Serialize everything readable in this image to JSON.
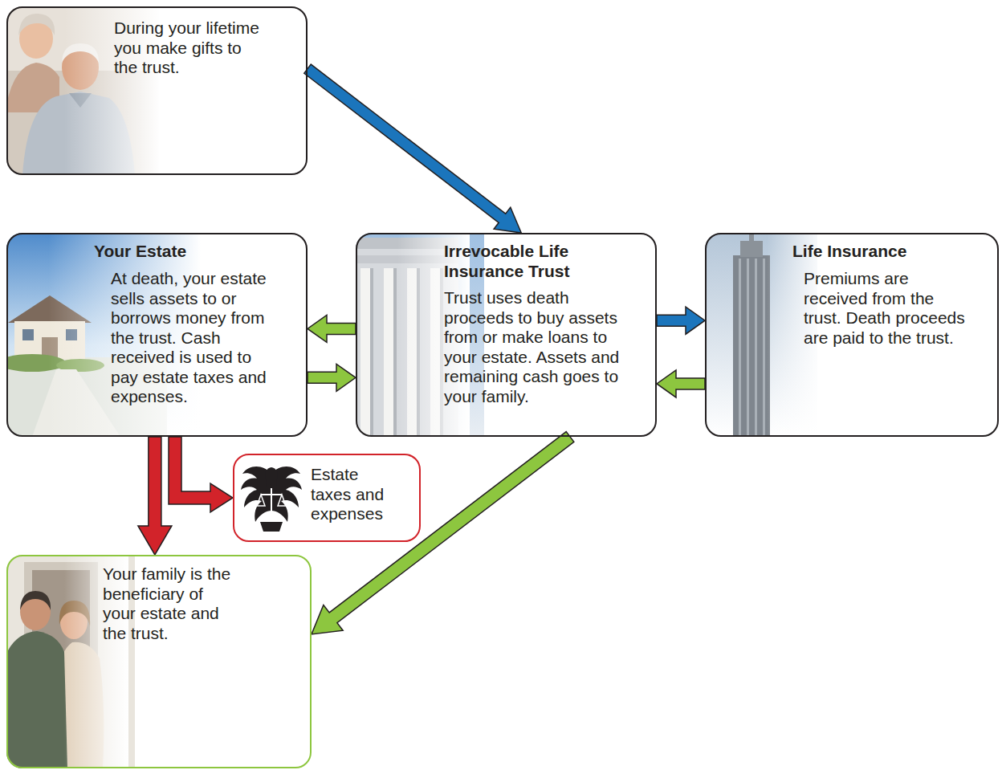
{
  "diagram": {
    "nodes": [
      {
        "text": [
          "During your lifetime you make gifts to the trust."
        ]
      },
      {
        "text": [
          "Your Estate",
          "At death, your estate sells assets to or borrows money from the trust. Cash received is used to pay estate taxes and expenses."
        ]
      },
      {
        "text": [
          "Irrevocable Life Insurance Trust",
          "Trust uses death proceeds to buy assets from or make loans to your estate. Assets and remaining cash goes to your family."
        ]
      },
      {
        "text": [
          "Life Insurance",
          "Premiums are received from the trust. Death proceeds are paid to the trust."
        ]
      },
      {
        "text": [
          "Estate taxes and expenses"
        ]
      },
      {
        "text": [
          "Your family is the beneficiary of your estate and the trust."
        ]
      }
    ],
    "edges": [
      {
        "from": 0,
        "to": 2,
        "arrow": "to"
      },
      {
        "from": 2,
        "to": 1,
        "arrow": "to"
      },
      {
        "from": 1,
        "to": 2,
        "arrow": "to"
      },
      {
        "from": 2,
        "to": 3,
        "arrow": "to"
      },
      {
        "from": 3,
        "to": 2,
        "arrow": "to"
      },
      {
        "from": 1,
        "to": 4,
        "arrow": "to"
      },
      {
        "from": 1,
        "to": 5,
        "arrow": "to"
      },
      {
        "from": 2,
        "to": 5,
        "arrow": "to"
      }
    ]
  }
}
